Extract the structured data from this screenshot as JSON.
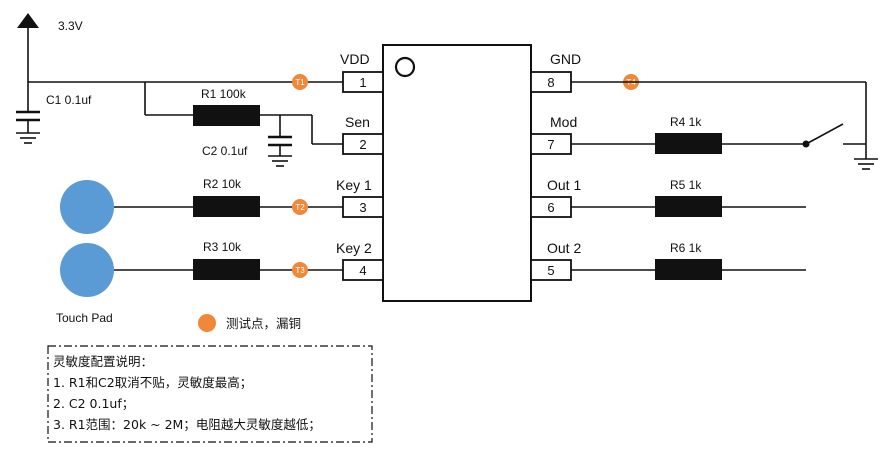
{
  "supply": {
    "label": "3.3V"
  },
  "chip": {
    "pins_left": [
      {
        "num": "1",
        "name": "VDD"
      },
      {
        "num": "2",
        "name": "Sen"
      },
      {
        "num": "3",
        "name": "Key 1"
      },
      {
        "num": "4",
        "name": "Key 2"
      }
    ],
    "pins_right": [
      {
        "num": "8",
        "name": "GND"
      },
      {
        "num": "7",
        "name": "Mod"
      },
      {
        "num": "6",
        "name": "Out 1"
      },
      {
        "num": "5",
        "name": "Out 2"
      }
    ]
  },
  "components": {
    "c1": "C1 0.1uf",
    "r1": "R1  100k",
    "c2": "C2 0.1uf",
    "r2": "R2  10k",
    "r3": "R3  10k",
    "r4": "R4  1k",
    "r5": "R5  1k",
    "r6": "R6  1k"
  },
  "test_points": {
    "t1": "T1",
    "t2": "T2",
    "t3": "T3",
    "t4": "T4"
  },
  "touch_pad_label": "Touch Pad",
  "legend": {
    "text": "测试点，漏铜",
    "color": "#F0883A"
  },
  "pad_color": "#5B9BD5",
  "notes": {
    "title": "灵敏度配置说明：",
    "lines": [
      "1. R1和C2取消不贴，灵敏度最高；",
      "2. C2 0.1uf；",
      "3. R1范围：20k ~ 2M；电阻越大灵敏度越低；"
    ]
  }
}
